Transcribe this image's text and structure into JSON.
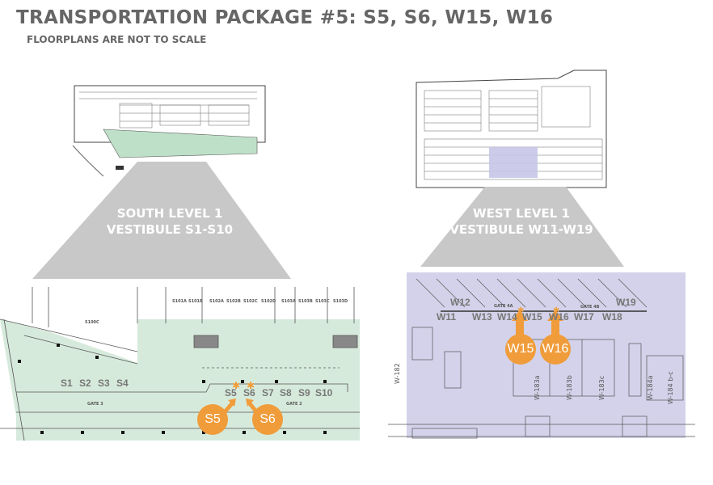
{
  "header": {
    "title": "TRANSPORTATION PACKAGE #5: S5, S6, W15, W16",
    "subtitle": "FLOORPLANS ARE NOT TO SCALE"
  },
  "south": {
    "line1": "SOUTH LEVEL 1",
    "line2": "VESTIBULE S1-S10",
    "vestibules": [
      "S1",
      "S2",
      "S3",
      "S4",
      "S5",
      "S6",
      "S7",
      "S8",
      "S9",
      "S10"
    ],
    "callouts": [
      "S5",
      "S6"
    ],
    "rooms": [
      "S100C",
      "S101A",
      "S101B",
      "S102A",
      "S102B",
      "S102C",
      "S102D",
      "S103A",
      "S103B",
      "S103C",
      "S103D"
    ],
    "gates": [
      "GATE 3",
      "GATE 2"
    ]
  },
  "west": {
    "line1": "WEST LEVEL 1",
    "line2": "VESTIBULE W11-W19",
    "vestibules": [
      "W12",
      "W19",
      "W11",
      "W13",
      "W14",
      "W15",
      "W16",
      "W17",
      "W18"
    ],
    "callouts": [
      "W15",
      "W16"
    ],
    "rooms": [
      "W-182",
      "W-183a",
      "W-183b",
      "W-183c",
      "W-184a",
      "W-184 b-c"
    ],
    "gates": [
      "GATE 4A",
      "GATE 4B"
    ]
  },
  "colors": {
    "south_fill": "#d6eadb",
    "west_fill": "#d3d2ea",
    "accent": "#f09c3a",
    "triangle": "#c8c8c8",
    "text": "#666666"
  }
}
